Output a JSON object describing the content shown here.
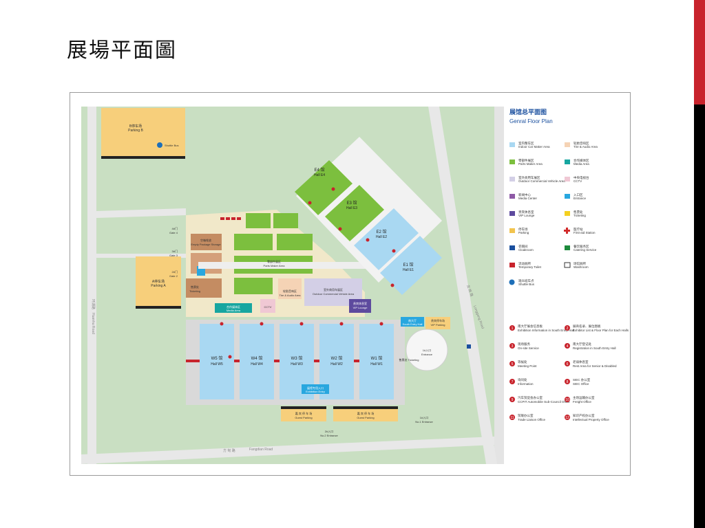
{
  "slide": {
    "title": "展場平面圖"
  },
  "map": {
    "title_cn": "展馆总平面图",
    "title_en": "Genral Floor Plan",
    "parking_b": {
      "cn": "B停车场",
      "en": "Parking B"
    },
    "parking_a": {
      "cn": "A停车场",
      "en": "Parking A"
    },
    "shuttle_top": "Shuttle Bus",
    "gates": {
      "g4": "Gate 4",
      "g3": "Gate 3",
      "g2": "Gate 2",
      "g4_cn": "4#门",
      "g3_cn": "3#门",
      "g2_cn": "2#门"
    },
    "halls_east": [
      {
        "cn": "E4 馆",
        "en": "Hall E4"
      },
      {
        "cn": "E3 馆",
        "en": "Hall E3"
      },
      {
        "cn": "E2 馆",
        "en": "Hall E2"
      },
      {
        "cn": "E1 馆",
        "en": "Hall E1"
      }
    ],
    "halls_west": [
      {
        "cn": "W5 馆",
        "en": "Hall W5"
      },
      {
        "cn": "W4 馆",
        "en": "Hall W4"
      },
      {
        "cn": "W3 馆",
        "en": "Hall W3"
      },
      {
        "cn": "W2 馆",
        "en": "Hall W2"
      },
      {
        "cn": "W1 馆",
        "en": "Hall W1"
      }
    ],
    "areas": {
      "parts_maker": {
        "cn": "零部件展区",
        "en": "Parts Maker Area"
      },
      "empty_package": {
        "cn": "空箱堆放",
        "en": "Empty Package Storage"
      },
      "ticketing": {
        "cn": "售票处",
        "en": "Ticketing"
      },
      "media": {
        "cn": "合作媒体区",
        "en": "Media Area"
      },
      "cctv": "CCTV",
      "tire_audio": {
        "cn": "轮胎音响区",
        "en": "Tire & Audio Area"
      },
      "outdoor": {
        "cn": "室外商用车展区",
        "en": "Outdoor Commercial Vehicle Area"
      },
      "vip": {
        "cn": "贵宾休息室",
        "en": "VIP Lounge"
      },
      "south_entry": {
        "cn": "南大厅",
        "en": "South Entry Hall"
      },
      "vip_parking": {
        "cn": "贵宾停车场",
        "en": "VIP Parking"
      },
      "entrance1": {
        "cn": "1#入口",
        "en": "Entrance"
      },
      "ticketing2": "售票处 Ticketing",
      "exhibition_entry": {
        "cn": "展馆专用入口",
        "en": "Exhibition Entry"
      },
      "guest_parking": {
        "cn": "嘉 宾 停 车 场",
        "en": "Guest Parking"
      },
      "no1_entrance": {
        "cn": "1#入口",
        "en": "No.1 Entrance"
      },
      "no2_entrance": {
        "cn": "2#入口",
        "en": "No.2 Entrance"
      }
    },
    "roads": {
      "huanhu": "Huanhu Road",
      "huanhu_cn": "环湖路",
      "fangdian": "Fangdian Road",
      "fangdian_cn": "方 甸 路",
      "longgang": "Longgang Road",
      "longgang_cn": "龙 岗 路"
    },
    "legend_left": [
      {
        "cn": "室内整车区",
        "en": "Indoor Car Maker Area",
        "color": "#a9d8f2",
        "icon": "swatch"
      },
      {
        "cn": "零部件展区",
        "en": "Parts Maker Area",
        "color": "#7cbf3e",
        "icon": "swatch"
      },
      {
        "cn": "室外商用车展区",
        "en": "Outdoor Commercial Vehicle Area",
        "color": "#d3cfe6",
        "icon": "swatch"
      },
      {
        "cn": "新闻中心",
        "en": "Media Center",
        "color": "#8e59a6",
        "icon": "swatch"
      },
      {
        "cn": "贵宾休息室",
        "en": "VIP Lounge",
        "color": "#5d4a9e",
        "icon": "swatch"
      },
      {
        "cn": "停车场",
        "en": "Parking",
        "color": "#f2c44e",
        "icon": "parking"
      },
      {
        "cn": "衣帽间",
        "en": "Cloakroom",
        "color": "#1a4f9e",
        "icon": "cloakroom"
      },
      {
        "cn": "流动厕所",
        "en": "Temporary Toilet",
        "color": "#c8232c",
        "icon": "toilet"
      },
      {
        "cn": "观众班车点",
        "en": "Shuttle Bus",
        "color": "#1e6fb8",
        "icon": "bus"
      }
    ],
    "legend_right": [
      {
        "cn": "轮胎音响区",
        "en": "Tire & Audio Area",
        "color": "#f5d3b5",
        "icon": "swatch"
      },
      {
        "cn": "合作媒体区",
        "en": "Media Area",
        "color": "#17a6a0",
        "icon": "swatch"
      },
      {
        "cn": "中央电视台",
        "en": "CCTV",
        "color": "#f0c8d4",
        "icon": "swatch"
      },
      {
        "cn": "入口区",
        "en": "Entrance",
        "color": "#28a7df",
        "icon": "swatch"
      },
      {
        "cn": "售票处",
        "en": "Ticketing",
        "color": "#f4d020",
        "icon": "swatch"
      },
      {
        "cn": "医疗站",
        "en": "First-aid Station",
        "color": "#d12a2a",
        "icon": "cross"
      },
      {
        "cn": "餐饮服务区",
        "en": "Catering Service",
        "color": "#1d8a3c",
        "icon": "catering"
      },
      {
        "cn": "场馆厕所",
        "en": "Washroom",
        "color": "#333333",
        "icon": "washroom"
      }
    ],
    "legend_numbered": [
      {
        "num": "1",
        "cn": "南大厅展会信息板",
        "en": "Exhibition Information in South Entry Hall"
      },
      {
        "num": "2",
        "cn": "展商名录、展位图板",
        "en": "Exhibitor List & Floor Plan for Each Halls"
      },
      {
        "num": "3",
        "cn": "现场服务",
        "en": "On-site Service"
      },
      {
        "num": "4",
        "cn": "南大厅登记处",
        "en": "Registration in South Entry Hall"
      },
      {
        "num": "5",
        "cn": "等候处",
        "en": "Meeting Point"
      },
      {
        "num": "6",
        "cn": "老弱休息室",
        "en": "Rest Area for Senior & Disabled"
      },
      {
        "num": "7",
        "cn": "询问处",
        "en": "Information"
      },
      {
        "num": "8",
        "cn": "SIEC 办公室",
        "en": "SIEC Office"
      },
      {
        "num": "9",
        "cn": "汽车贸促会办公室",
        "en": "CCPIT Automobile Sub-Council Office"
      },
      {
        "num": "10",
        "cn": "主场运输办公室",
        "en": "Freight Office"
      },
      {
        "num": "11",
        "cn": "贸联办公室",
        "en": "Trade Liaison Office"
      },
      {
        "num": "12",
        "cn": "知识产权办公室",
        "en": "Intellectual Property Office"
      }
    ]
  }
}
